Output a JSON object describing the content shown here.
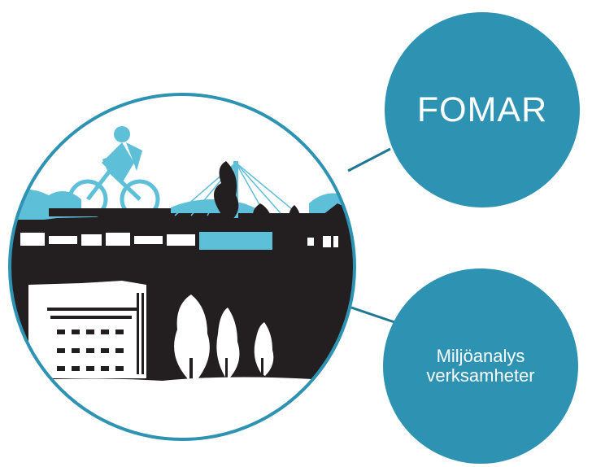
{
  "colors": {
    "accent": "#2e93b3",
    "connector": "#1f7893",
    "city_dark": "#231f20",
    "sky_light": "#5ebfd9",
    "background": "#ffffff"
  },
  "bubbles": {
    "top_label": "FOMAR",
    "bottom_label": "Miljöanalys\nverksamheter"
  },
  "illustration": {
    "subject": "city-skyline-illustration"
  }
}
